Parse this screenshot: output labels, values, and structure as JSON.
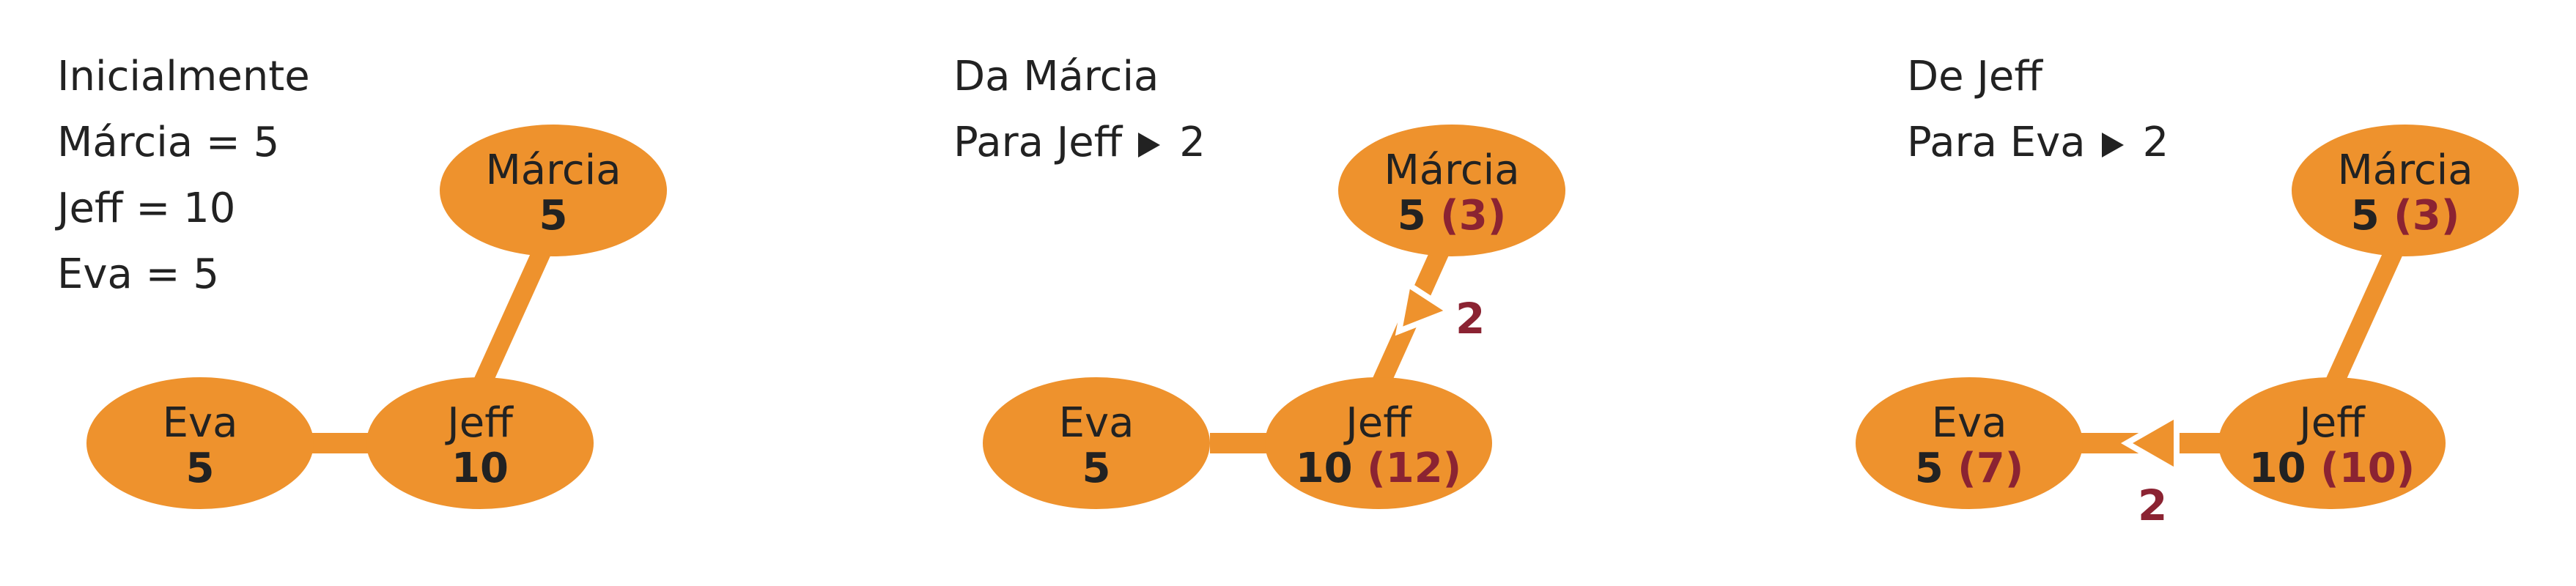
{
  "colors": {
    "node": "#ee922d",
    "edge": "#ee922d",
    "accent": "#8b2332",
    "text": "#222222"
  },
  "panels": [
    {
      "caption": {
        "line1": "Inicialmente",
        "line2": "Márcia = 5",
        "line3": "Jeff = 10",
        "line4": "Eva = 5"
      },
      "nodes": {
        "marcia": {
          "name": "Márcia",
          "value": "5",
          "change": ""
        },
        "jeff": {
          "name": "Jeff",
          "value": "10",
          "change": ""
        },
        "eva": {
          "name": "Eva",
          "value": "5",
          "change": ""
        }
      }
    },
    {
      "caption": {
        "line1": "Da Márcia",
        "line2_prefix": "Para Jeff",
        "line2_amount": "2"
      },
      "nodes": {
        "marcia": {
          "name": "Márcia",
          "value": "5",
          "change": "(3)"
        },
        "jeff": {
          "name": "Jeff",
          "value": "10",
          "change": "(12)"
        },
        "eva": {
          "name": "Eva",
          "value": "5",
          "change": ""
        }
      },
      "transfer_amount": "2",
      "icons": {
        "caption_arrow": "play-triangle-icon",
        "edge_arrow": "arrowhead-icon"
      }
    },
    {
      "caption": {
        "line1": "De Jeff",
        "line2_prefix": "Para Eva",
        "line2_amount": "2"
      },
      "nodes": {
        "marcia": {
          "name": "Márcia",
          "value": "5",
          "change": "(3)"
        },
        "jeff": {
          "name": "Jeff",
          "value": "10",
          "change": "(10)"
        },
        "eva": {
          "name": "Eva",
          "value": "5",
          "change": "(7)"
        }
      },
      "transfer_amount": "2",
      "icons": {
        "caption_arrow": "play-triangle-icon",
        "edge_arrow": "arrowhead-icon"
      }
    }
  ]
}
